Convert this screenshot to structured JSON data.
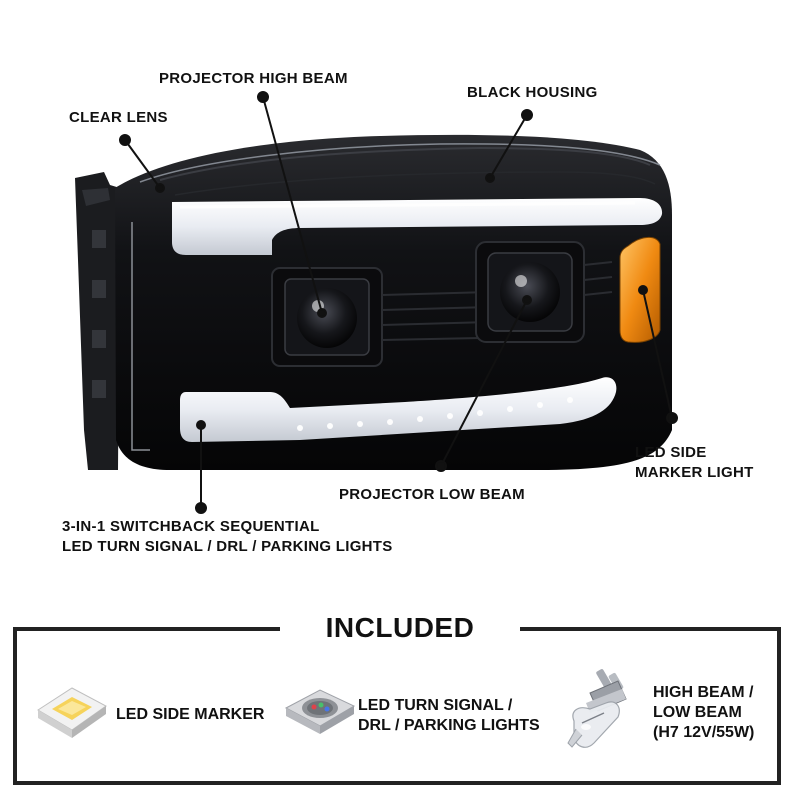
{
  "callouts": {
    "projector_high_beam": "PROJECTOR HIGH BEAM",
    "black_housing": "BLACK HOUSING",
    "clear_lens": "CLEAR LENS",
    "led_side_marker_light": "LED SIDE\nMARKER LIGHT",
    "projector_low_beam": "PROJECTOR LOW BEAM",
    "switchback": "3-IN-1 SWITCHBACK SEQUENTIAL\nLED TURN SIGNAL / DRL / PARKING LIGHTS"
  },
  "included": {
    "title": "INCLUDED",
    "items": [
      {
        "label": "LED SIDE MARKER",
        "icon": "led-chip-yellow-icon"
      },
      {
        "label": "LED TURN SIGNAL /\nDRL / PARKING LIGHTS",
        "icon": "led-chip-rgb-icon"
      },
      {
        "label": "HIGH BEAM /\nLOW BEAM\n(H7 12V/55W)",
        "icon": "h7-bulb-icon"
      }
    ]
  },
  "colors": {
    "housing": "#0c0c0e",
    "drl_glow": "#f4f6fa",
    "amber_marker": "#f08a12",
    "callout_line": "#111111"
  }
}
